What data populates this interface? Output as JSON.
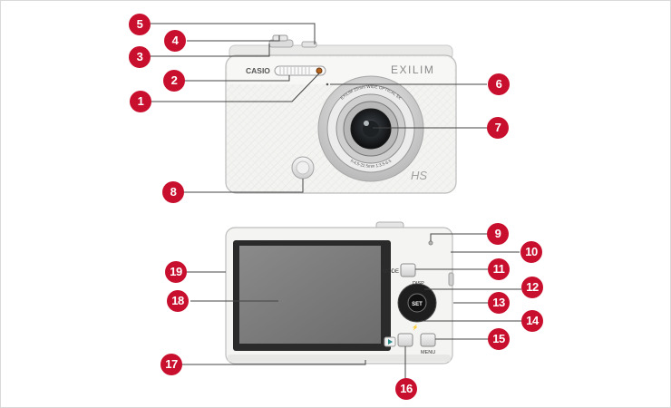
{
  "colors": {
    "callout": "#c8102e",
    "leader": "#444444",
    "body": "#f4f4f2",
    "body_edge": "#bdbdbd",
    "lcd": "#7a7a7a",
    "lcd_frame": "#2a2a2a"
  },
  "front_view": {
    "brand_logo": "CASIO",
    "model_logo": "EXILIM",
    "series_logo": "HS",
    "lens_ring_text": "EXILIM 25mm WIDE OPTICAL 5X",
    "lens_spec_text": "f=4.5-22.5mm 1:3.5-6.5"
  },
  "back_view": {
    "mode_label": "MODE",
    "disp_label": "DISP",
    "set_label": "SET",
    "menu_label": "MENU",
    "play_icon": "play-icon",
    "flash_icon": "flash-icon",
    "delete_icon": "trash-icon"
  },
  "callouts": [
    {
      "id": "1",
      "label": "1"
    },
    {
      "id": "2",
      "label": "2"
    },
    {
      "id": "3",
      "label": "3"
    },
    {
      "id": "4",
      "label": "4"
    },
    {
      "id": "5",
      "label": "5"
    },
    {
      "id": "6",
      "label": "6"
    },
    {
      "id": "7",
      "label": "7"
    },
    {
      "id": "8",
      "label": "8"
    },
    {
      "id": "9",
      "label": "9"
    },
    {
      "id": "10",
      "label": "10"
    },
    {
      "id": "11",
      "label": "11"
    },
    {
      "id": "12",
      "label": "12"
    },
    {
      "id": "13",
      "label": "13"
    },
    {
      "id": "14",
      "label": "14"
    },
    {
      "id": "15",
      "label": "15"
    },
    {
      "id": "16",
      "label": "16"
    },
    {
      "id": "17",
      "label": "17"
    },
    {
      "id": "18",
      "label": "18"
    },
    {
      "id": "19",
      "label": "19"
    }
  ]
}
